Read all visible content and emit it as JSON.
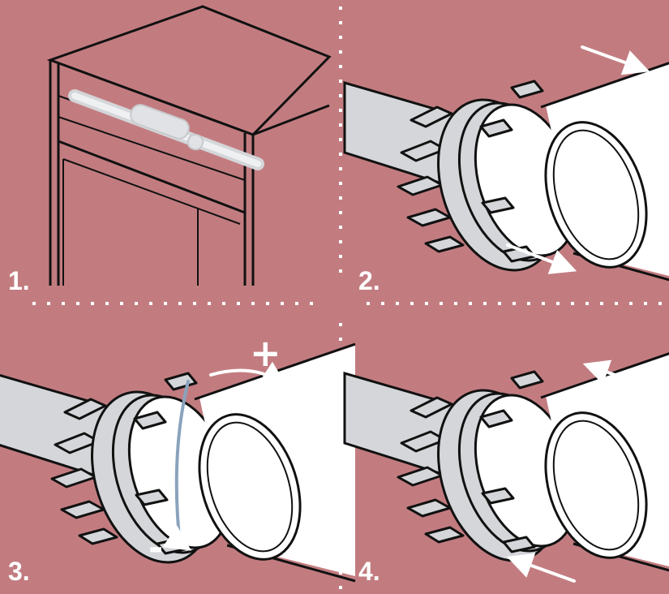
{
  "colors": {
    "background": "#c27c80",
    "ink": "#111111",
    "paper": "#ffffff",
    "steel": "#d4d6d9",
    "arrow": "#ffffff",
    "guide": "#8aa3bd"
  },
  "steps": [
    {
      "label": "1."
    },
    {
      "label": "2."
    },
    {
      "label": "3."
    },
    {
      "label": "4."
    }
  ],
  "adjust": {
    "plus": "+",
    "minus": "-"
  },
  "icons": [
    "cabinet-roller-icon",
    "slide-right-arrow-icon",
    "rotate-arrow-icon",
    "slide-left-arrow-icon"
  ]
}
